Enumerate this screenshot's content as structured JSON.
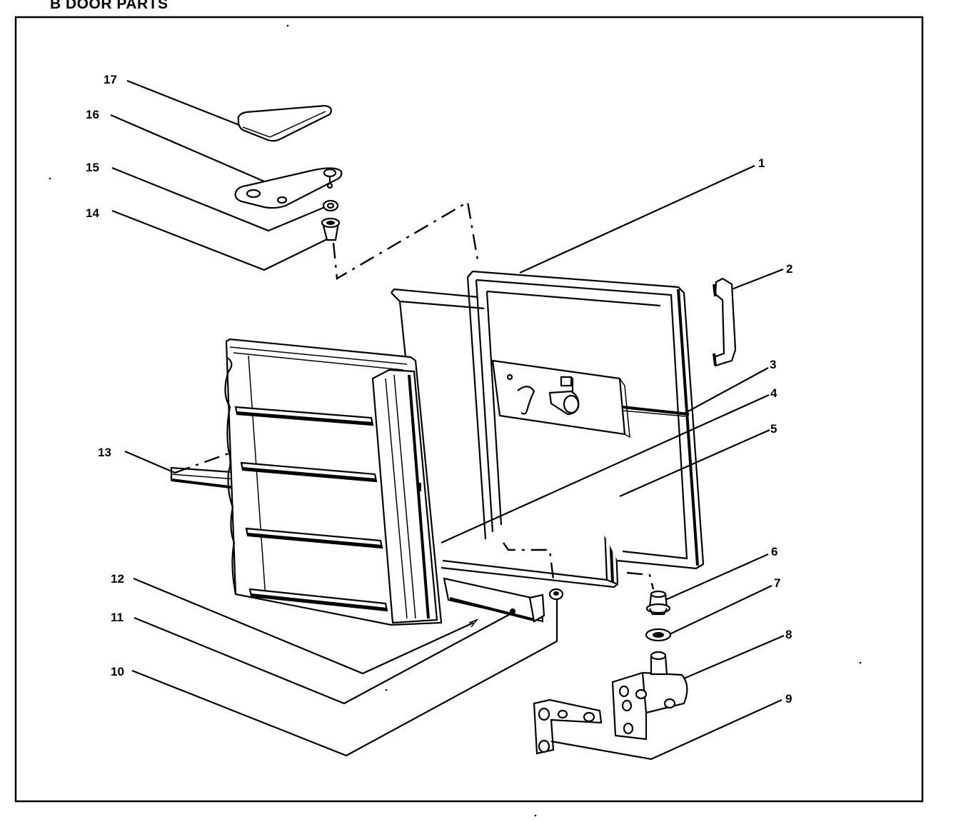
{
  "title": "B DOOR PARTS",
  "callouts": [
    {
      "id": "1",
      "label": "1"
    },
    {
      "id": "2",
      "label": "2"
    },
    {
      "id": "3",
      "label": "3"
    },
    {
      "id": "4",
      "label": "4"
    },
    {
      "id": "5",
      "label": "5"
    },
    {
      "id": "6",
      "label": "6"
    },
    {
      "id": "7",
      "label": "7"
    },
    {
      "id": "8",
      "label": "8"
    },
    {
      "id": "9",
      "label": "9"
    },
    {
      "id": "10",
      "label": "10"
    },
    {
      "id": "11",
      "label": "11"
    },
    {
      "id": "12",
      "label": "12"
    },
    {
      "id": "13",
      "label": "13"
    },
    {
      "id": "14",
      "label": "14"
    },
    {
      "id": "15",
      "label": "15"
    },
    {
      "id": "16",
      "label": "16"
    },
    {
      "id": "17",
      "label": "17"
    }
  ]
}
